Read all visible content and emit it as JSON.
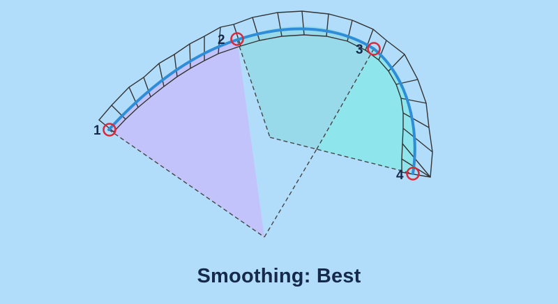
{
  "caption": "Smoothing: Best",
  "points": [
    {
      "label": "1"
    },
    {
      "label": "2"
    },
    {
      "label": "3"
    },
    {
      "label": "4"
    }
  ],
  "colors": {
    "background": "#b1ddfb",
    "sector_purple": "#c3c3fb",
    "sector_blue": "#98d9ea",
    "sector_cyan": "#8ee6ec",
    "path_line": "#2f8dd8",
    "segment_stroke": "#333333",
    "point_marker": "#d62b3d",
    "text": "#15294a"
  },
  "icons": [
    "circle-marker-icon"
  ]
}
